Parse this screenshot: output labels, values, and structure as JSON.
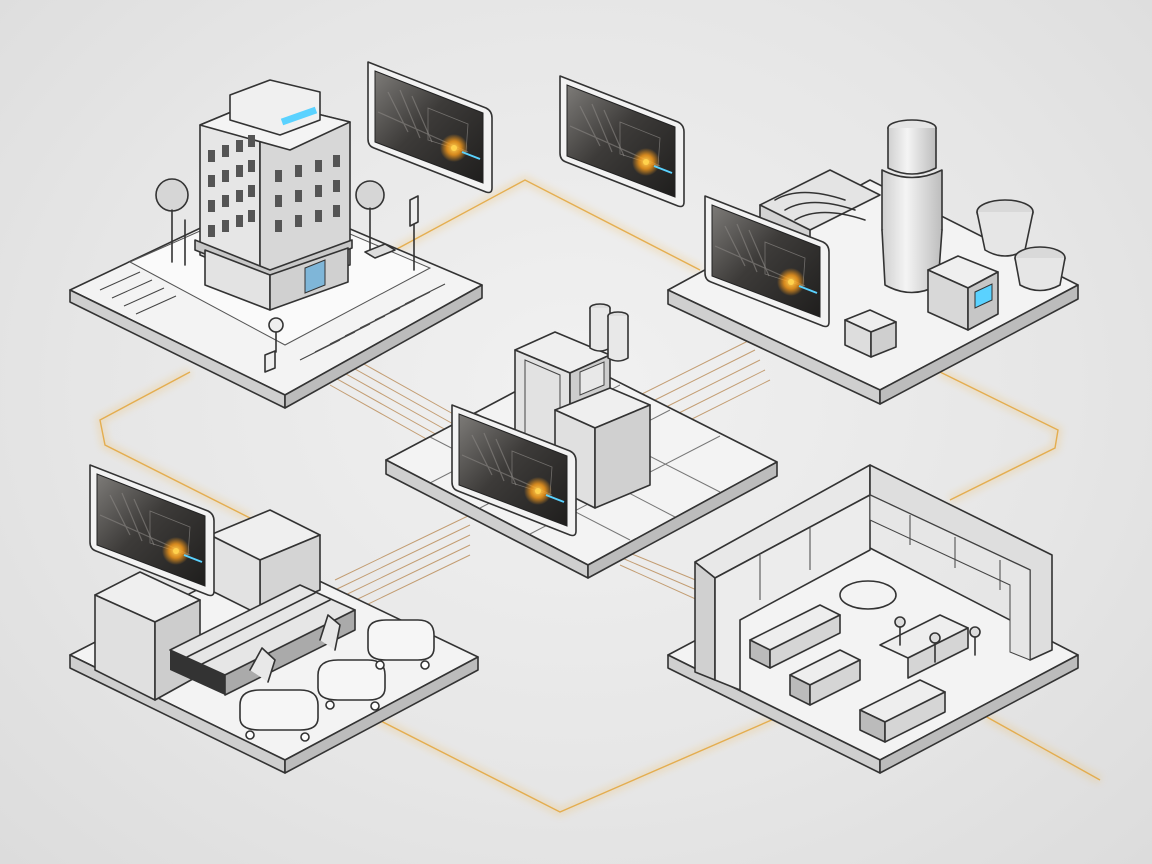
{
  "diagram": {
    "nodes": [
      {
        "id": "office-building-hub"
      },
      {
        "id": "industrial-plant-hub"
      },
      {
        "id": "central-data-center-hub"
      },
      {
        "id": "logistics-warehouse-hub"
      },
      {
        "id": "retail-store-hub"
      }
    ],
    "screens": [
      {
        "id": "camera-feed-1"
      },
      {
        "id": "camera-feed-2"
      },
      {
        "id": "camera-feed-3"
      },
      {
        "id": "camera-feed-4"
      },
      {
        "id": "camera-feed-5"
      }
    ],
    "colors": {
      "platform": "#efefef",
      "platform_side": "#c9c9c9",
      "outline": "#333333",
      "connector_glow": "#f2b64a",
      "screen_accent": "#5ad2ff",
      "screen_highlight": "#ffb21e"
    },
    "icons": [
      "video-camera-feed",
      "parking-sign",
      "tree",
      "street-lamp",
      "bench",
      "storage-silo",
      "server-rack"
    ]
  }
}
